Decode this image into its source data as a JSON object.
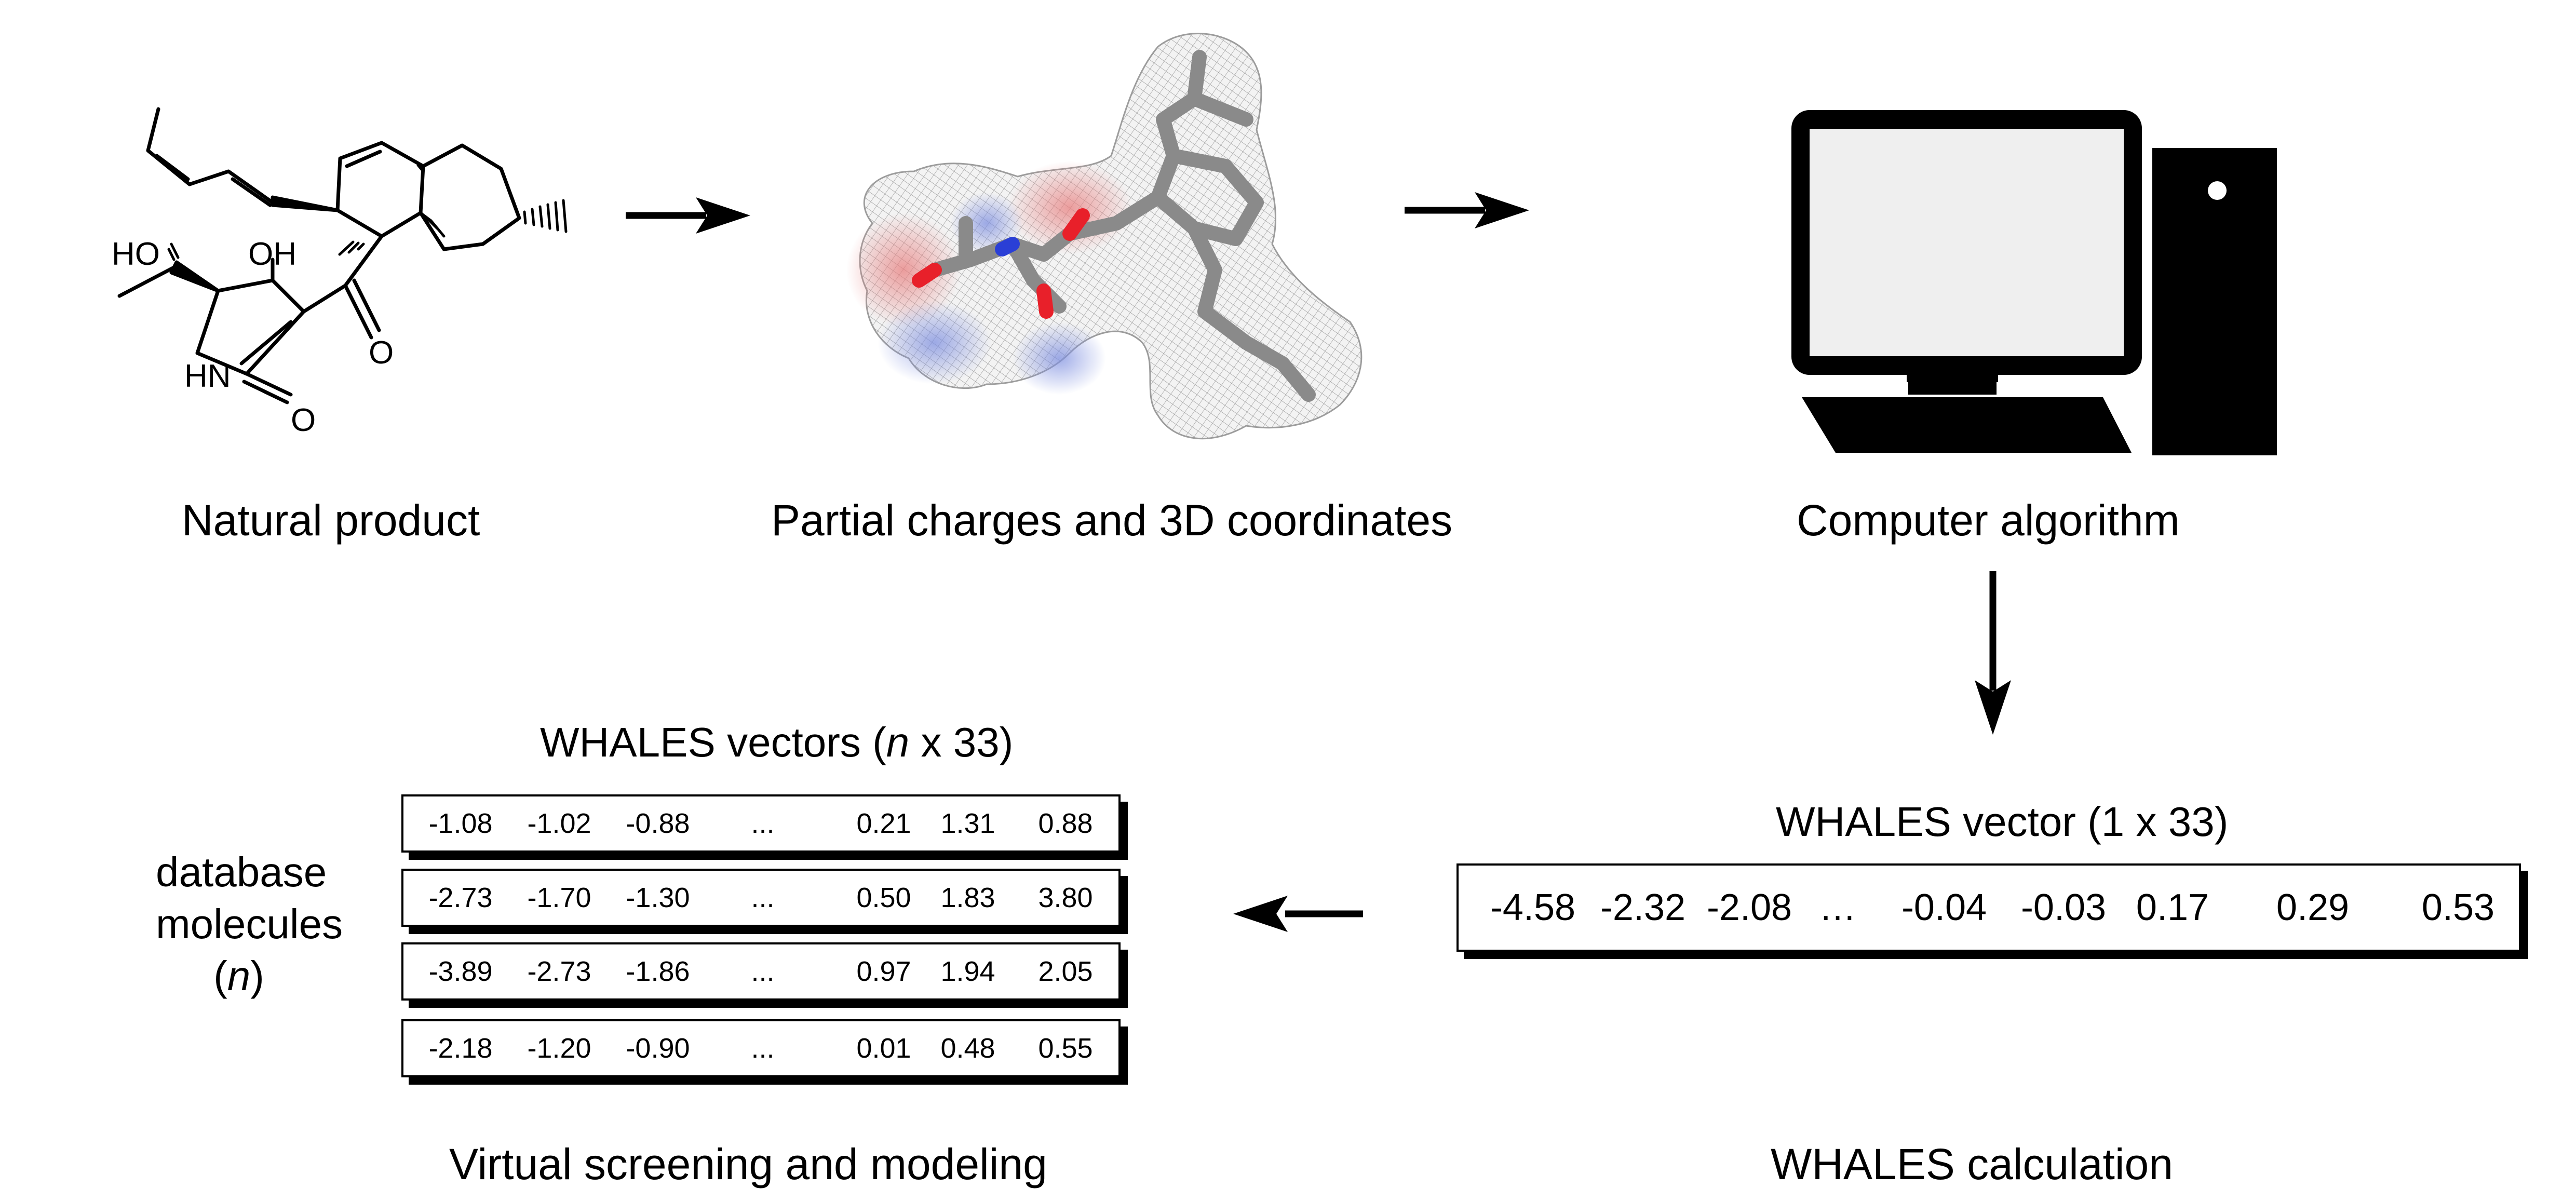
{
  "labels": {
    "natural_product": "Natural product",
    "partial_charges": "Partial charges and 3D coordinates",
    "computer_algorithm": "Computer algorithm",
    "whales_vector": "WHALES vector (1 x 33)",
    "whales_calculation": "WHALES calculation",
    "virtual_screening": "Virtual screening and modeling",
    "whales_vectors_prefix": "WHALES vectors (",
    "whales_vectors_n": "n",
    "whales_vectors_suffix": " x 33)",
    "database_line1": "database",
    "database_line2": "molecules",
    "database_n_open": "(",
    "database_n": "n",
    "database_n_close": ")"
  },
  "molecule_atoms": {
    "ho": "HO",
    "oh": "OH",
    "hn": "HN",
    "o1": "O",
    "o2": "O"
  },
  "single_vector": [
    "-4.58",
    "-2.32",
    "-2.08",
    "…",
    "-0.04",
    "-0.03",
    "0.17",
    "0.29",
    "0.53"
  ],
  "database_vectors": [
    [
      "-1.08",
      "-1.02",
      "-0.88",
      "...",
      "0.21",
      "1.31",
      "0.88"
    ],
    [
      "-2.73",
      "-1.70",
      "-1.30",
      "...",
      "0.50",
      "1.83",
      "3.80"
    ],
    [
      "-3.89",
      "-2.73",
      "-1.86",
      "...",
      "0.97",
      "1.94",
      "2.05"
    ],
    [
      "-2.18",
      "-1.20",
      "-0.90",
      "...",
      "0.01",
      "0.48",
      "0.55"
    ]
  ],
  "colors": {
    "stick_gray": "#8a8a8a",
    "oxygen_red": "#e8202a",
    "nitrogen_blue": "#2a3fd6",
    "surface_red": "#e9a4a4",
    "surface_blue": "#a8b4e6",
    "surface_gray": "#d4d4d4"
  }
}
